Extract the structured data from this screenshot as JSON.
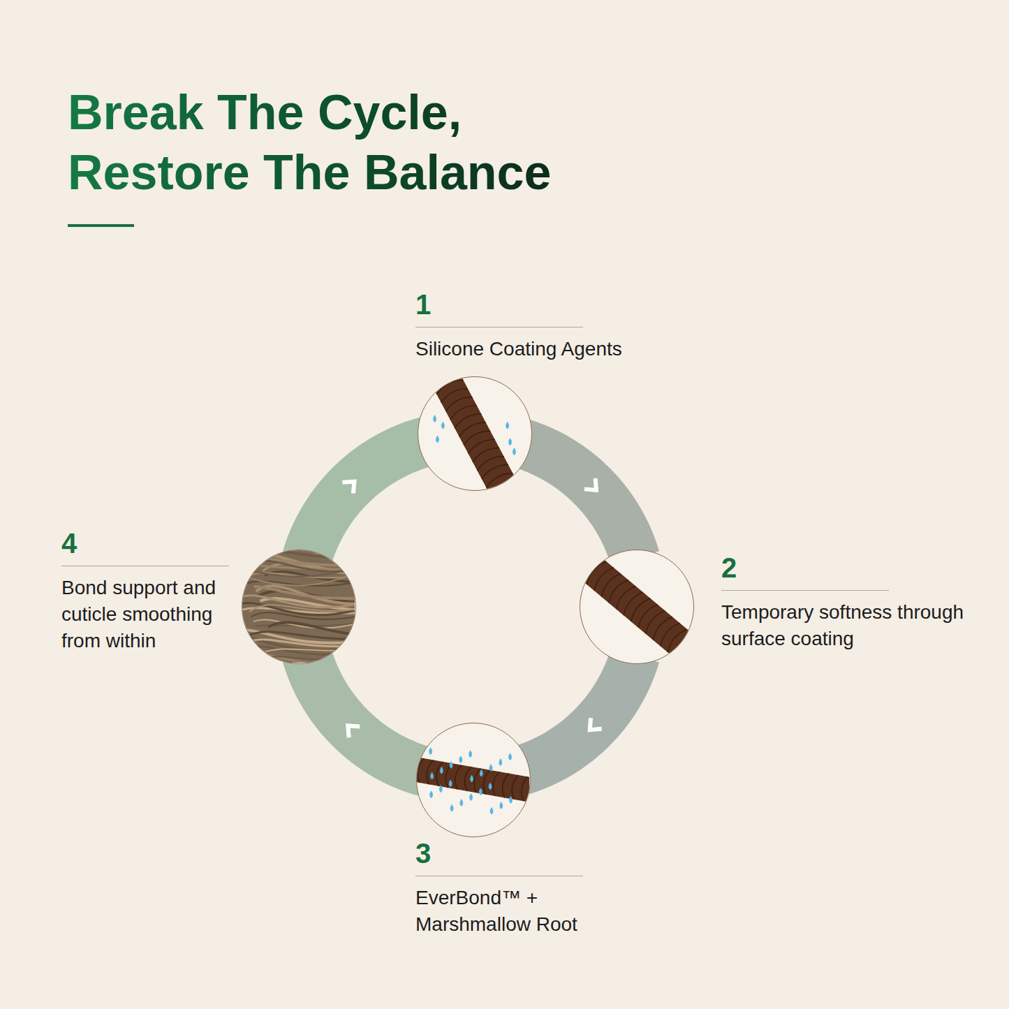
{
  "diagram": {
    "title": "Break The Cycle, Restore The Balance",
    "nodes": [
      {
        "text": [
          "1",
          "Silicone Coating Agents"
        ]
      },
      {
        "text": [
          "2",
          "Temporary softness through surface coating"
        ]
      },
      {
        "text": [
          "3",
          "EverBond™ + Marshmallow Root"
        ]
      },
      {
        "text": [
          "4",
          "Bond support and cuticle smoothing from within"
        ]
      }
    ],
    "edges": [
      {
        "from": 0,
        "to": 1,
        "arrow": "to"
      },
      {
        "from": 1,
        "to": 2,
        "arrow": "to"
      },
      {
        "from": 2,
        "to": 3,
        "arrow": "to"
      },
      {
        "from": 3,
        "to": 0,
        "arrow": "to"
      }
    ]
  }
}
